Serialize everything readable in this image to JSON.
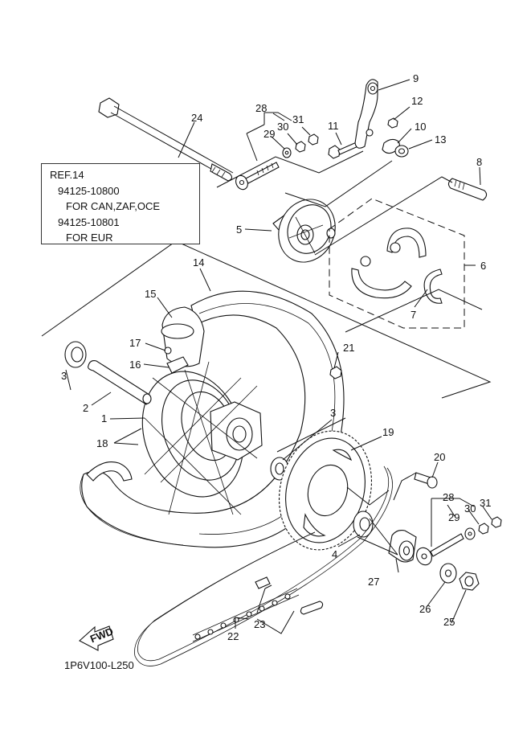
{
  "diagram": {
    "title_code": "1P6V100-L250",
    "fwd_label": "FWD",
    "ref_note": {
      "ref": "REF.14",
      "lines": [
        {
          "part_no": "94125-10800",
          "note": "FOR CAN,ZAF,OCE"
        },
        {
          "part_no": "94125-10801",
          "note": "FOR EUR"
        }
      ]
    },
    "callouts": [
      {
        "id": "1",
        "label": "1"
      },
      {
        "id": "2",
        "label": "2"
      },
      {
        "id": "3a",
        "label": "3"
      },
      {
        "id": "3b",
        "label": "3"
      },
      {
        "id": "4",
        "label": "4"
      },
      {
        "id": "5",
        "label": "5"
      },
      {
        "id": "6",
        "label": "6"
      },
      {
        "id": "7",
        "label": "7"
      },
      {
        "id": "8",
        "label": "8"
      },
      {
        "id": "9",
        "label": "9"
      },
      {
        "id": "10",
        "label": "10"
      },
      {
        "id": "11",
        "label": "11"
      },
      {
        "id": "12",
        "label": "12"
      },
      {
        "id": "13",
        "label": "13"
      },
      {
        "id": "14",
        "label": "14"
      },
      {
        "id": "15",
        "label": "15"
      },
      {
        "id": "16",
        "label": "16"
      },
      {
        "id": "17",
        "label": "17"
      },
      {
        "id": "18",
        "label": "18"
      },
      {
        "id": "19",
        "label": "19"
      },
      {
        "id": "20",
        "label": "20"
      },
      {
        "id": "21",
        "label": "21"
      },
      {
        "id": "22",
        "label": "22"
      },
      {
        "id": "23",
        "label": "23"
      },
      {
        "id": "24",
        "label": "24"
      },
      {
        "id": "25",
        "label": "25"
      },
      {
        "id": "26",
        "label": "26"
      },
      {
        "id": "27",
        "label": "27"
      },
      {
        "id": "28a",
        "label": "28"
      },
      {
        "id": "29a",
        "label": "29"
      },
      {
        "id": "30a",
        "label": "30"
      },
      {
        "id": "31a",
        "label": "31"
      },
      {
        "id": "28b",
        "label": "28"
      },
      {
        "id": "29b",
        "label": "29"
      },
      {
        "id": "30b",
        "label": "30"
      },
      {
        "id": "31b",
        "label": "31"
      }
    ]
  }
}
